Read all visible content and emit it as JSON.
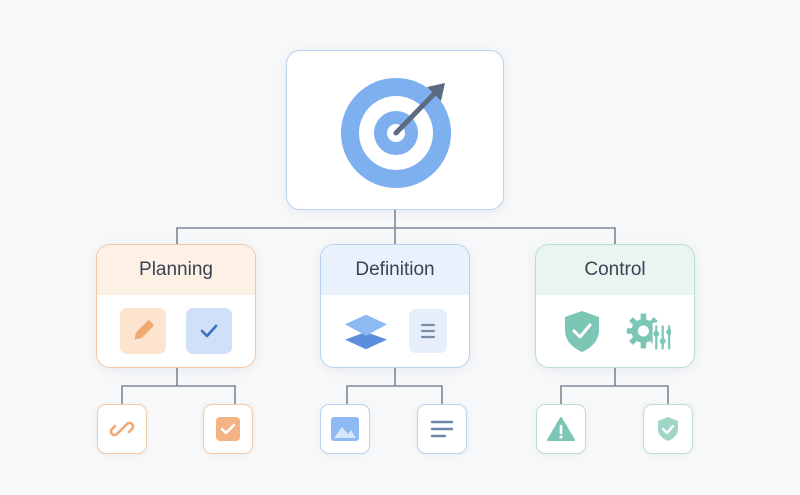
{
  "root": {
    "icon": "target-icon"
  },
  "groups": [
    {
      "label": "Planning",
      "accent": "#f2c9a3",
      "head_bg": "#fdf1e6",
      "icons": [
        "pencil-icon",
        "checkmark-icon"
      ],
      "leaves": [
        "link-icon",
        "checkbox-icon"
      ]
    },
    {
      "label": "Definition",
      "accent": "#b9d1f3",
      "head_bg": "#e9f1fc",
      "icons": [
        "layers-icon",
        "document-lines-icon"
      ],
      "leaves": [
        "image-icon",
        "text-lines-icon"
      ]
    },
    {
      "label": "Control",
      "accent": "#b7dfd4",
      "head_bg": "#e8f5f1",
      "icons": [
        "shield-check-icon",
        "gear-sliders-icon"
      ],
      "leaves": [
        "warning-icon",
        "shield-check-icon"
      ]
    }
  ],
  "colors": {
    "connector": "#7d8797",
    "target_blue": "#7eb0f0",
    "arrow": "#5b6b82"
  }
}
